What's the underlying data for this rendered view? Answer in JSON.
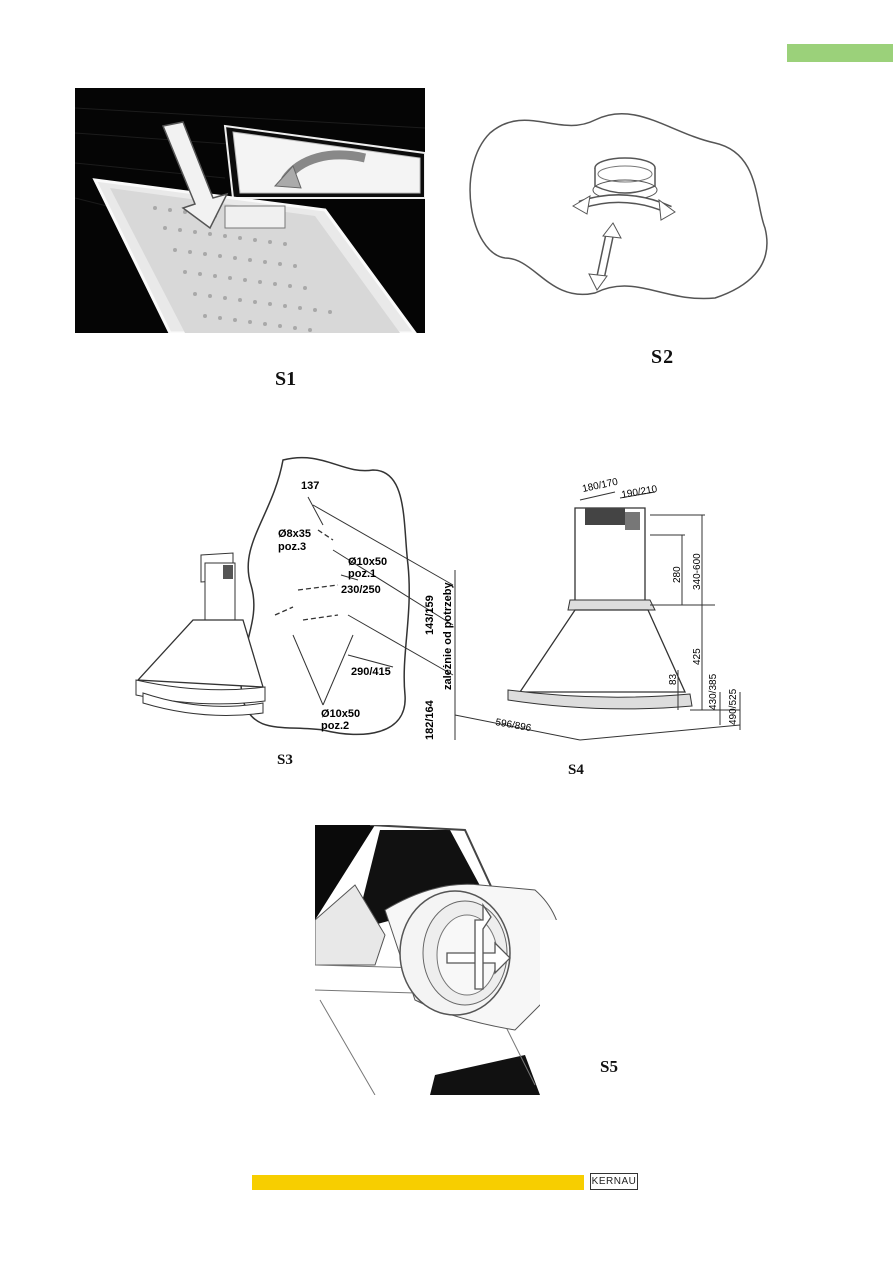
{
  "labels": {
    "s1": "S1",
    "s2": "S2",
    "s3": "S3",
    "s4": "S4",
    "s5": "S5"
  },
  "s3_dims": {
    "d137": "137",
    "d8": "Ø8x35",
    "poz3": "poz.3",
    "d10a": "Ø10x50",
    "poz1": "poz.1",
    "d230": "230/250",
    "d143": "143/159",
    "zal": "zależnie od potrzeby",
    "d290": "290/415",
    "d182": "182/164",
    "d10b": "Ø10x50",
    "poz2": "poz.2"
  },
  "s4_dims": {
    "d180": "180/170",
    "d190": "190/210",
    "d280": "280",
    "d340": "340-600",
    "d425": "425",
    "d83": "83",
    "d430": "430/385",
    "d490": "490/525",
    "d596": "596/896"
  },
  "footer": {
    "brand": "KERNAU"
  },
  "colors": {
    "accent_green": "#9bd17a",
    "accent_yellow": "#f7ce00"
  }
}
